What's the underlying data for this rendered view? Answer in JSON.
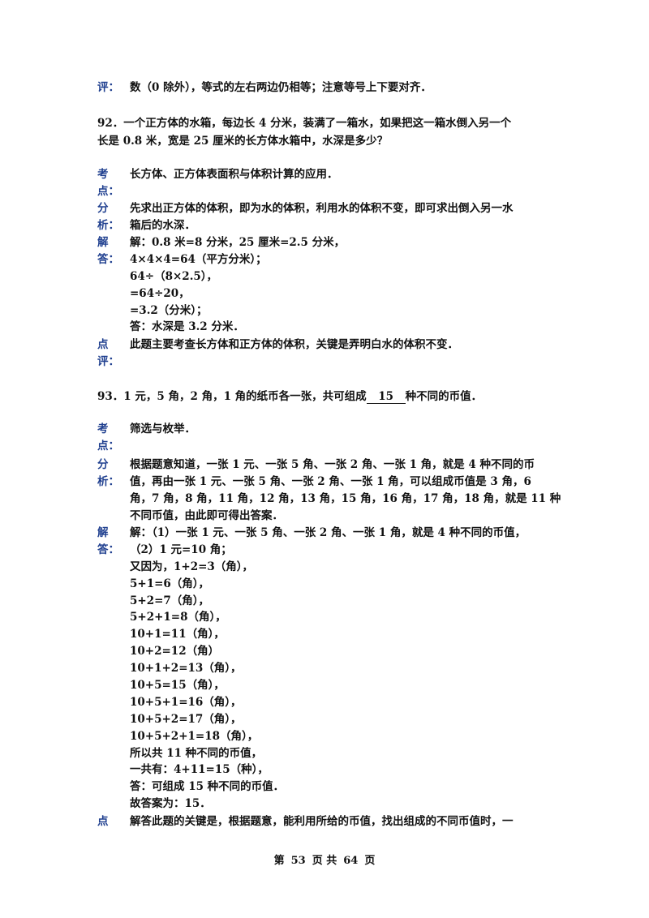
{
  "top_comment": {
    "label": "评：",
    "text": "数（0 除外），等式的左右两边仍相等；注意等号上下要对齐．"
  },
  "q92": {
    "question_lines": [
      "92．一个正方体的水箱，每边长 4 分米，装满了一箱水，如果把这一箱水倒入另一个",
      "长是 0.8 米，宽是 25 厘米的长方体水箱中，水深是多少？"
    ],
    "kaodian_label": [
      "考",
      "点："
    ],
    "kaodian": "长方体、正方体表面积与体积计算的应用．",
    "fenxi_label": [
      "分",
      "析："
    ],
    "fenxi_lines": [
      "先求出正方体的体积，即为水的体积，利用水的体积不变，即可求出倒入另一水",
      "箱后的水深．"
    ],
    "jieda_label": [
      "解",
      "答："
    ],
    "jieda_lines": [
      "解：0.8 米=8 分米，25 厘米=2.5 分米，",
      "4×4×4=64（平方分米）；",
      "64÷（8×2.5），",
      "=64÷20，",
      "=3.2（分米）；",
      "答：水深是 3.2 分米．"
    ],
    "dianping_label": [
      "点",
      "评："
    ],
    "dianping": "此题主要考查长方体和正方体的体积，关键是弄明白水的体积不变．"
  },
  "q93": {
    "question_prefix": "93．1 元，5 角，2 角，1 角的纸币各一张，共可组成",
    "answer": "15",
    "question_suffix": "种不同的币值．",
    "kaodian_label": [
      "考",
      "点："
    ],
    "kaodian": "筛选与枚举．",
    "fenxi_label": [
      "分",
      "析："
    ],
    "fenxi_lines": [
      "根据题意知道，一张 1 元、一张 5 角、一张 2 角、一张 1 角，就是 4 种不同的币",
      "值，再由一张 1 元、一张 5 角、一张 2 角、一张 1 角，可以组成币值是 3 角，6",
      "角，7 角，8 角，11 角，12 角，13 角，15 角，16 角，17 角，18 角，就是 11 种",
      "不同币值，由此即可得出答案．"
    ],
    "jieda_label": [
      "解",
      "答："
    ],
    "jieda_lines": [
      "解：（1）一张 1 元、一张 5 角、一张 2 角、一张 1 角，就是 4 种不同的币值，",
      "（2）1 元=10 角；",
      "又因为，1+2=3（角），",
      "5+1=6（角），",
      "5+2=7（角），",
      "5+2+1=8（角），",
      "10+1=11（角），",
      "10+2=12（角）",
      "10+1+2=13（角），",
      "10+5=15（角），",
      "10+5+1=16（角），",
      "10+5+2=17（角），",
      "10+5+2+1=18（角），",
      "所以共 11 种不同的币值，",
      "一共有：4+11=15（种），",
      "答：可组成 15 种不同的币值．",
      "故答案为：15．"
    ],
    "dianping_label": "点",
    "dianping": "解答此题的关键是，根据题意，能利用所给的币值，找出组成的不同币值时，一"
  },
  "footer": {
    "prefix": "第",
    "page": "53",
    "mid": "页  共",
    "total": "64",
    "suffix": "页"
  },
  "colors": {
    "label": "#1f3f8f",
    "text": "#111111"
  }
}
